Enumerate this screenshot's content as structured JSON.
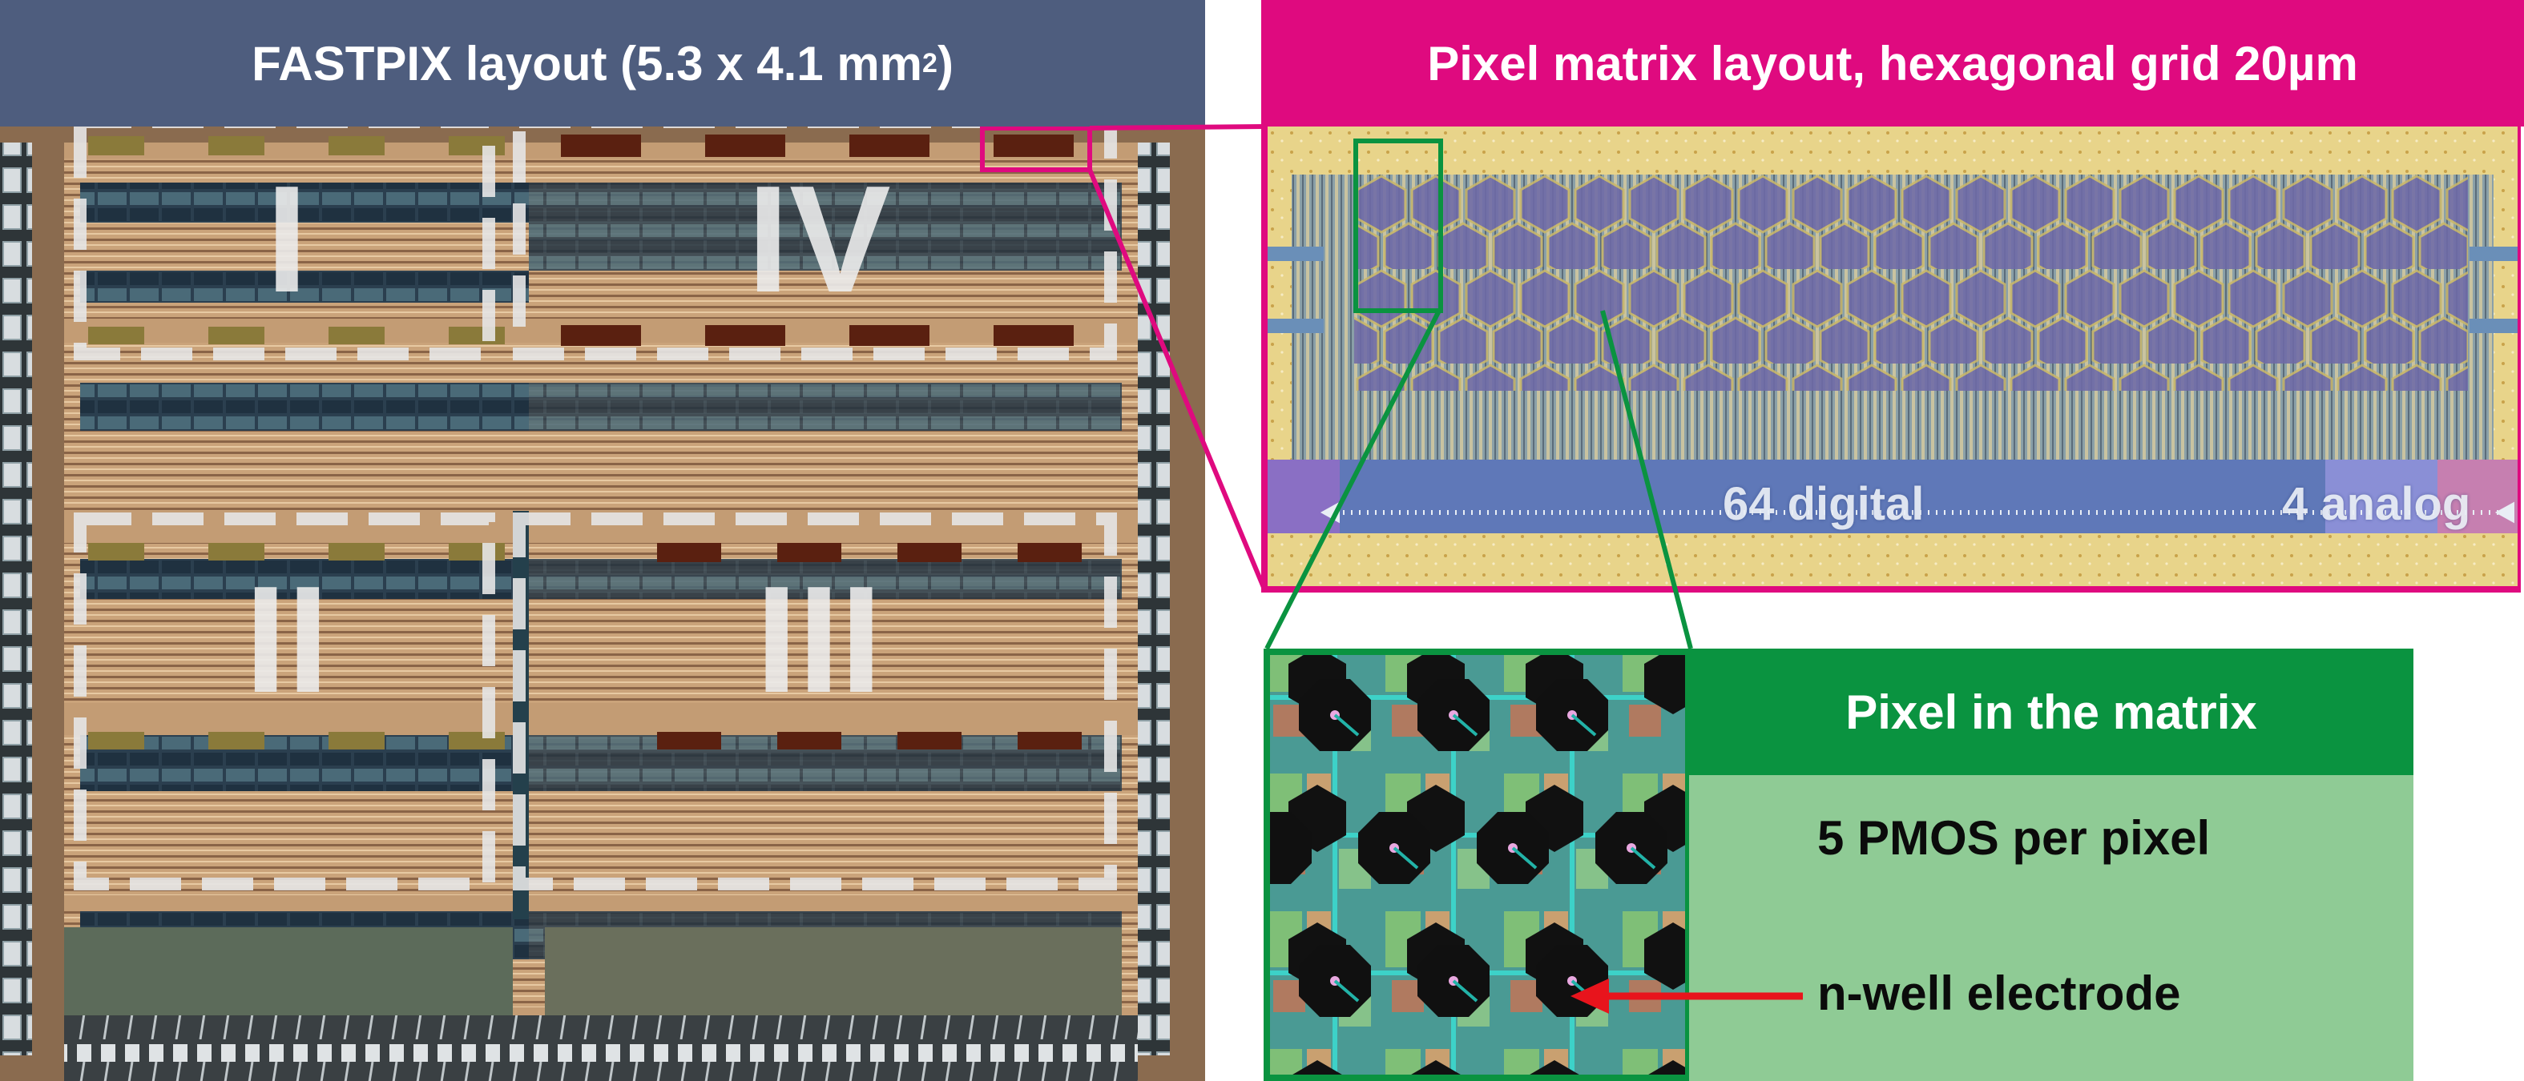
{
  "left_panel": {
    "title": "FASTPIX layout (5.3 x 4.1 mm",
    "title_sup": "2",
    "title_end": ")",
    "section_labels": [
      "I",
      "IV",
      "II",
      "III"
    ],
    "header_color": "#4e5d7e"
  },
  "matrix_panel": {
    "title": "Pixel matrix layout, hexagonal grid 20µm",
    "label_digital": "64 digital",
    "label_analog": "4 analog",
    "accent_color": "#df0a7f"
  },
  "pixel_panel": {
    "title": "Pixel in the matrix",
    "pmos_text": "5 PMOS per pixel",
    "nwell_text": "n-well electrode",
    "accent_color": "#0a9340",
    "info_bg_color": "#8fcb95",
    "arrow_color": "#e8141c"
  }
}
